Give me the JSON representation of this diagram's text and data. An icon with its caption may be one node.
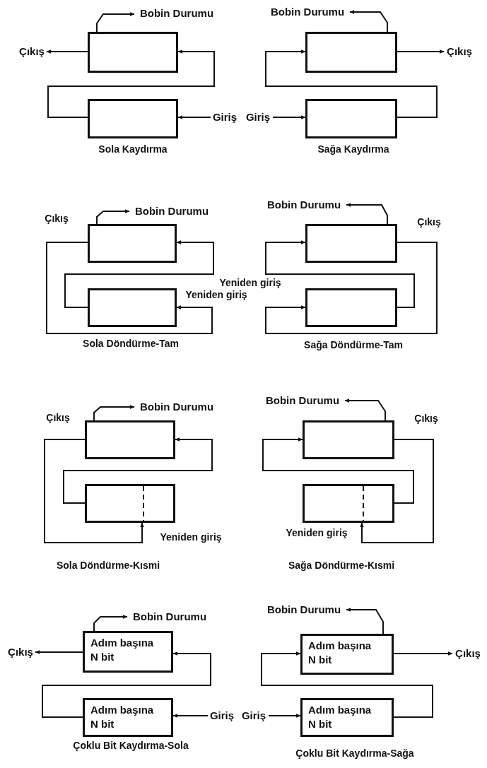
{
  "diagram": {
    "nodes": [
      {
        "text": [
          "Bobin Durumu"
        ]
      },
      {
        "text": [],
        "shape": "box"
      },
      {
        "text": [
          "Çıkış"
        ]
      },
      {
        "text": [],
        "shape": "box"
      },
      {
        "text": [
          "Giriş"
        ]
      },
      {
        "text": [
          "Bobin Durumu"
        ]
      },
      {
        "text": [],
        "shape": "box"
      },
      {
        "text": [
          "Çıkış"
        ]
      },
      {
        "text": [],
        "shape": "box"
      },
      {
        "text": [
          "Giriş"
        ]
      },
      {
        "text": [
          "Bobin Durumu"
        ]
      },
      {
        "text": [],
        "shape": "box"
      },
      {
        "text": [],
        "shape": "box"
      },
      {
        "text": [
          "Bobin Durumu"
        ]
      },
      {
        "text": [],
        "shape": "box"
      },
      {
        "text": [],
        "shape": "box"
      },
      {
        "text": [
          "Bobin Durumu"
        ]
      },
      {
        "text": [],
        "shape": "box"
      },
      {
        "text": [],
        "shape": "box"
      },
      {
        "text": [
          "Bobin Durumu"
        ]
      },
      {
        "text": [],
        "shape": "box"
      },
      {
        "text": [],
        "shape": "box"
      },
      {
        "text": [
          "Bobin Durumu"
        ]
      },
      {
        "text": [
          "Adım başına N bit"
        ]
      },
      {
        "text": [
          "Çıkış"
        ]
      },
      {
        "text": [
          "Adım başına N bit"
        ]
      },
      {
        "text": [
          "Giriş"
        ]
      },
      {
        "text": [
          "Bobin Durumu"
        ]
      },
      {
        "text": [
          "Adım başına N bit"
        ]
      },
      {
        "text": [
          "Çıkış"
        ]
      },
      {
        "text": [
          "Adım başına N bit"
        ]
      },
      {
        "text": [
          "Giriş"
        ]
      }
    ],
    "edges": [
      {
        "from": 1,
        "to": 0,
        "arrow": "to"
      },
      {
        "from": 1,
        "to": 2,
        "arrow": "to"
      },
      {
        "from": 3,
        "to": 1,
        "arrow": "to"
      },
      {
        "from": 4,
        "to": 3,
        "arrow": "to"
      },
      {
        "from": 6,
        "to": 5,
        "arrow": "to"
      },
      {
        "from": 6,
        "to": 7,
        "arrow": "to"
      },
      {
        "from": 8,
        "to": 6,
        "arrow": "to"
      },
      {
        "from": 9,
        "to": 8,
        "arrow": "to"
      },
      {
        "from": 11,
        "to": 10,
        "arrow": "to"
      },
      {
        "from": 11,
        "to": 12,
        "arrow": "to"
      },
      {
        "from": 12,
        "to": 11,
        "arrow": "to"
      },
      {
        "from": 14,
        "to": 13,
        "arrow": "to"
      },
      {
        "from": 14,
        "to": 15,
        "arrow": "to"
      },
      {
        "from": 15,
        "to": 14,
        "arrow": "to"
      },
      {
        "from": 17,
        "to": 16,
        "arrow": "to"
      },
      {
        "from": 17,
        "to": 18,
        "arrow": "to"
      },
      {
        "from": 18,
        "to": 17,
        "arrow": "to"
      },
      {
        "from": 20,
        "to": 19,
        "arrow": "to"
      },
      {
        "from": 20,
        "to": 21,
        "arrow": "to"
      },
      {
        "from": 21,
        "to": 20,
        "arrow": "to"
      },
      {
        "from": 23,
        "to": 22,
        "arrow": "to"
      },
      {
        "from": 23,
        "to": 24,
        "arrow": "to"
      },
      {
        "from": 25,
        "to": 23,
        "arrow": "to"
      },
      {
        "from": 26,
        "to": 25,
        "arrow": "to"
      },
      {
        "from": 28,
        "to": 27,
        "arrow": "to"
      },
      {
        "from": 28,
        "to": 29,
        "arrow": "to"
      },
      {
        "from": 30,
        "to": 28,
        "arrow": "to"
      },
      {
        "from": 31,
        "to": 30,
        "arrow": "to"
      }
    ],
    "labels": [
      "Sola Kaydırma",
      "Sağa Kaydırma",
      "Çıkış",
      "Çıkış",
      "Yeniden giriş",
      "Yeniden giriş",
      "Sola Döndürme-Tam",
      "Sağa Döndürme-Tam",
      "Çıkış",
      "Çıkış",
      "Yeniden giriş",
      "Yeniden giriş",
      "Sola Döndürme-Kısmi",
      "Sağa Döndürme-Kısmi",
      "Çoklu Bit Kaydırma-Sola",
      "Çoklu Bit Kaydırma-Sağa"
    ]
  }
}
